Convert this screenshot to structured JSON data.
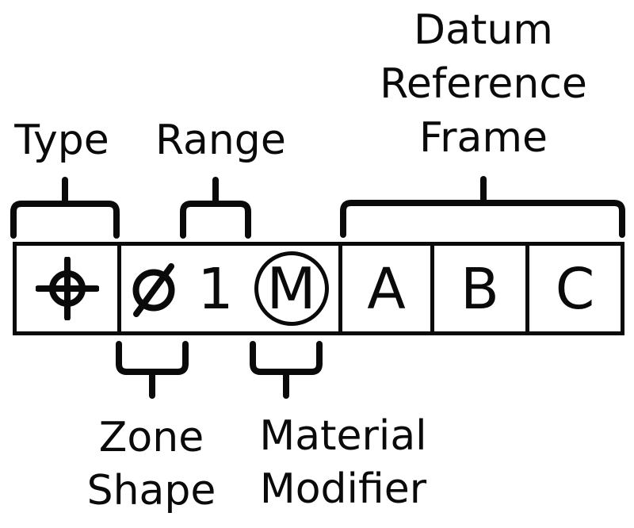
{
  "diagram": {
    "labels": {
      "type": "Type",
      "range": "Range",
      "drf_line1": "Datum",
      "drf_line2": "Reference",
      "drf_line3": "Frame",
      "zone_line1": "Zone",
      "zone_line2": "Shape",
      "material_line1": "Material",
      "material_line2": "Modifier"
    },
    "frame": {
      "type_symbol": "true-position",
      "zone_shape_symbol": "diameter",
      "range_value": "1",
      "material_modifier_letter": "M",
      "datums": [
        "A",
        "B",
        "C"
      ]
    },
    "colors": {
      "ink": "#0a0a0a",
      "background": "#ffffff"
    }
  }
}
